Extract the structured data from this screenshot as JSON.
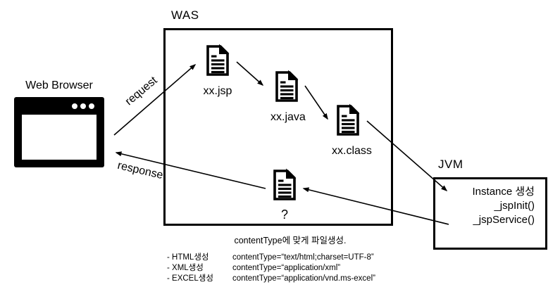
{
  "diagram": {
    "colors": {
      "ink": "#000000",
      "background": "#ffffff"
    },
    "browser": {
      "label": "Web Browser"
    },
    "was": {
      "label": "WAS"
    },
    "jvm": {
      "label": "JVM",
      "line1": "Instance 생성",
      "line2": "_jspInit()",
      "line3": "_jspService()"
    },
    "files": {
      "jsp": "xx.jsp",
      "java": "xx.java",
      "class": "xx.class",
      "output": "?"
    },
    "edges": {
      "request": "request",
      "response": "response"
    },
    "caption": "contentType에 맞게 파일생성.",
    "notes": [
      {
        "label": "- HTML생성",
        "value": "contentType=“text/html;charset=UTF-8”"
      },
      {
        "label": "- XML생성",
        "value": "contentType=“application/xml”"
      },
      {
        "label": "- EXCEL생성",
        "value": "contentType=“application/vnd.ms-excel”"
      }
    ]
  }
}
